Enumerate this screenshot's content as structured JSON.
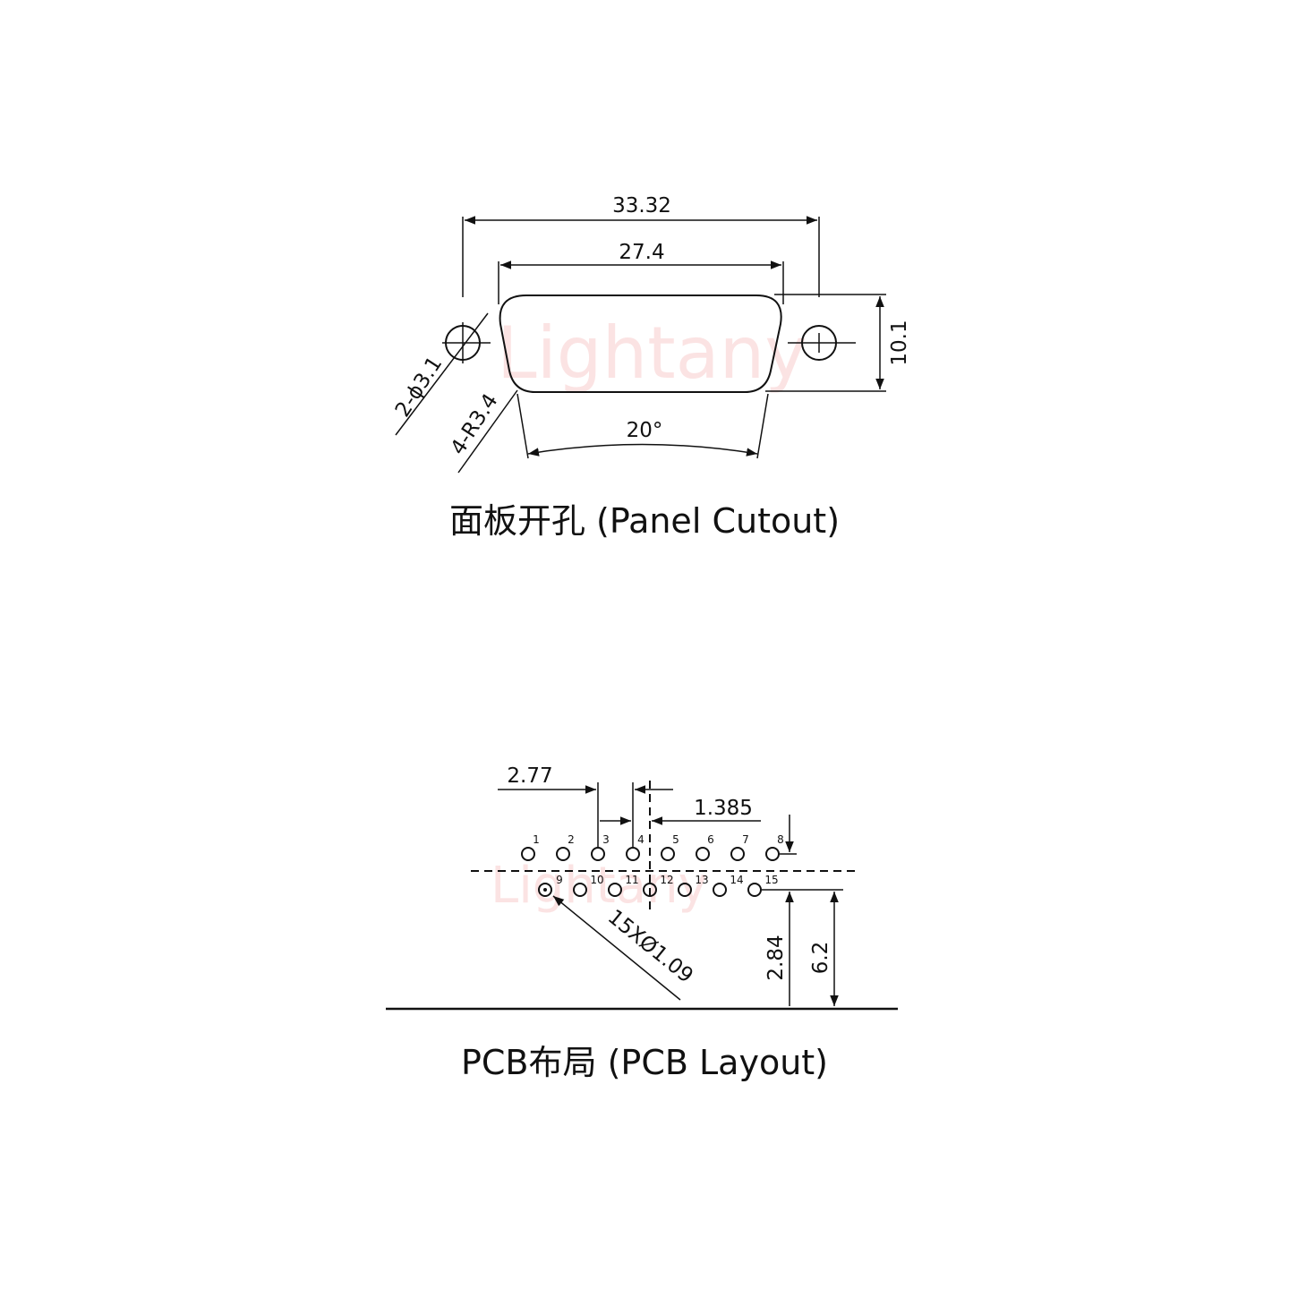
{
  "watermark": "Lightany",
  "panel": {
    "caption": "面板开孔 (Panel Cutout)",
    "dim_overall": "33.32",
    "dim_opening": "27.4",
    "dim_height": "10.1",
    "dim_hole": "2-ϕ3.1",
    "dim_radius": "4-R3.4",
    "dim_angle": "20°"
  },
  "pcb": {
    "caption": "PCB布局 (PCB Layout)",
    "dim_pitch": "2.77",
    "dim_half_pitch": "1.385",
    "dim_row_gap": "2.84",
    "dim_edge": "6.2",
    "dim_holes": "15XØ1.09",
    "top_row_pins": [
      "1",
      "2",
      "3",
      "4",
      "5",
      "6",
      "7",
      "8"
    ],
    "bottom_row_pins": [
      "9",
      "10",
      "11",
      "12",
      "13",
      "14",
      "15"
    ]
  },
  "colors": {
    "line": "#111111",
    "watermark": "#fbe3e3"
  }
}
